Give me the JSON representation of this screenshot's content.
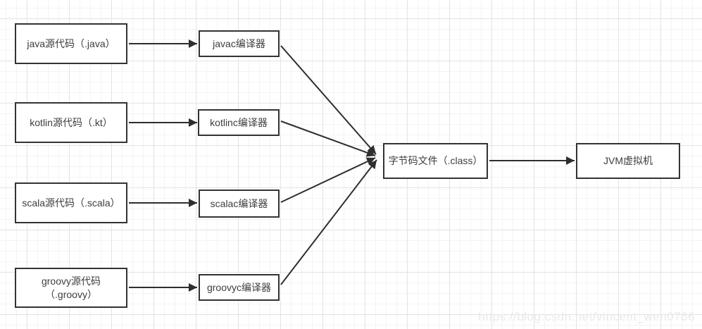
{
  "diagram": {
    "title_semantic": "JVM language compilation flow",
    "nodes": {
      "java_source": {
        "label": "java源代码（.java）"
      },
      "javac": {
        "label": "javac编译器"
      },
      "kotlin_source": {
        "label": "kotlin源代码（.kt）"
      },
      "kotlinc": {
        "label": "kotlinc编译器"
      },
      "scala_source": {
        "label": "scala源代码（.scala）"
      },
      "scalac": {
        "label": "scalac编译器"
      },
      "groovy_source": {
        "label_line1": "groovy源代码",
        "label_line2": "（.groovy）"
      },
      "groovyc": {
        "label": "groovyc编译器"
      },
      "bytecode": {
        "label": "字节码文件（.class）"
      },
      "jvm": {
        "label": "JVM虚拟机"
      }
    },
    "edges": [
      {
        "from": "java_source",
        "to": "javac"
      },
      {
        "from": "kotlin_source",
        "to": "kotlinc"
      },
      {
        "from": "scala_source",
        "to": "scalac"
      },
      {
        "from": "groovy_source",
        "to": "groovyc"
      },
      {
        "from": "javac",
        "to": "bytecode"
      },
      {
        "from": "kotlinc",
        "to": "bytecode"
      },
      {
        "from": "scalac",
        "to": "bytecode"
      },
      {
        "from": "groovyc",
        "to": "bytecode"
      },
      {
        "from": "bytecode",
        "to": "jvm"
      }
    ],
    "colors": {
      "node_border": "#333333",
      "node_fill": "#ffffff",
      "text": "#3d3d3d",
      "arrow": "#2e2e2e",
      "grid_minor": "#f4f4f4",
      "grid_major": "#e3e3e3",
      "watermark": "#e9e9e9"
    },
    "watermark": "https://blog.csdn.net/vincent_wen0766"
  }
}
